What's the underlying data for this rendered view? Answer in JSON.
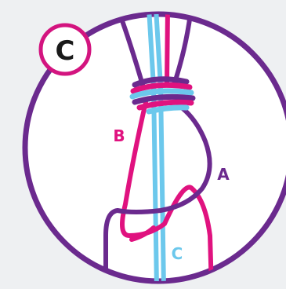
{
  "step_badge": {
    "letter": "C"
  },
  "strand_labels": {
    "a": "A",
    "b": "B",
    "c": "C"
  },
  "colors": {
    "background": "#eef0f2",
    "circle_fill": "#ffffff",
    "ring": "#6b2a8e",
    "cord_purple": "#6b2a8e",
    "cord_pink": "#e0127f",
    "cord_blue": "#6cc8ec",
    "badge_ring": "#d3147f",
    "label_pink": "#e0127f",
    "label_purple": "#6b2a8e",
    "label_blue": "#6cc8ec"
  }
}
